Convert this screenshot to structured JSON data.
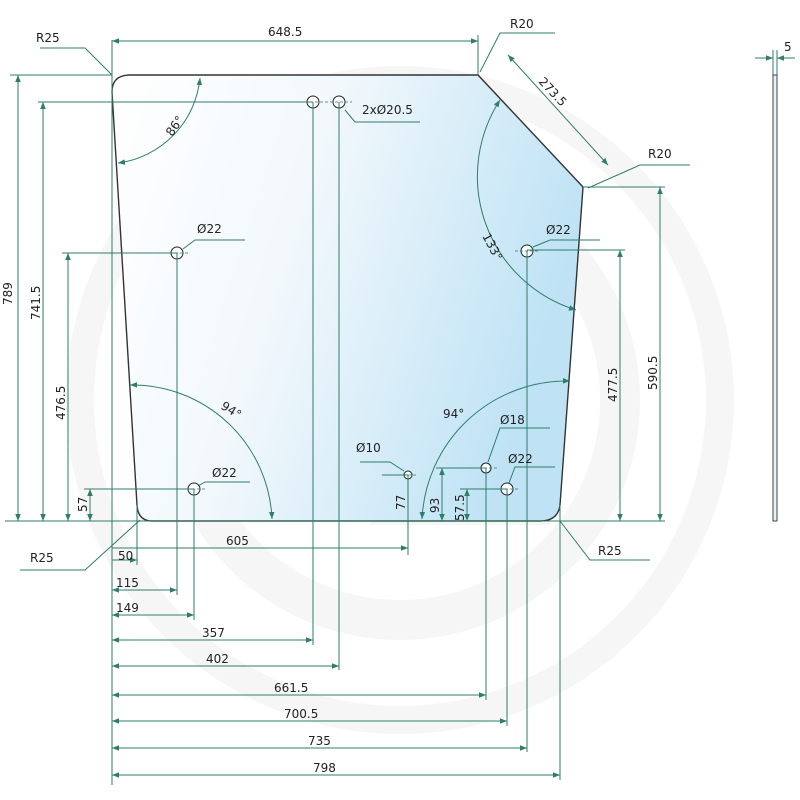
{
  "drawing": {
    "title": "Glass pane dimension drawing",
    "colors": {
      "dimension": "#2f7d6a",
      "outline": "#333333",
      "glass": "#cfe8f5"
    },
    "labels": {
      "r25_top_left": "R25",
      "width_top": "648.5",
      "r20_top": "R20",
      "chamfer_len": "273.5",
      "r20_right": "R20",
      "holes_top": "2xØ20.5",
      "angle_top_left": "86°",
      "hole_left_upper": "Ø22",
      "hole_right_upper": "Ø22",
      "angle_right": "133°",
      "height_total": "789",
      "height_top_holes": "741.5",
      "height_left_hole": "476.5",
      "height_right_edge": "590.5",
      "height_right_hole": "477.5",
      "angle_bottom_left": "94°",
      "angle_bottom_right": "94°",
      "hole_d10": "Ø10",
      "hole_d18": "Ø18",
      "hole_bottom_right": "Ø22",
      "hole_bottom_left": "Ø22",
      "h57": "57",
      "h77": "77",
      "h93": "93",
      "h57_5": "57.5",
      "r25_bottom_left": "R25",
      "w605": "605",
      "w50": "50",
      "r25_bottom_right": "R25",
      "w115": "115",
      "w149": "149",
      "w357": "357",
      "w402": "402",
      "w661_5": "661.5",
      "w700_5": "700.5",
      "w735": "735",
      "w798": "798",
      "thickness": "5"
    }
  }
}
